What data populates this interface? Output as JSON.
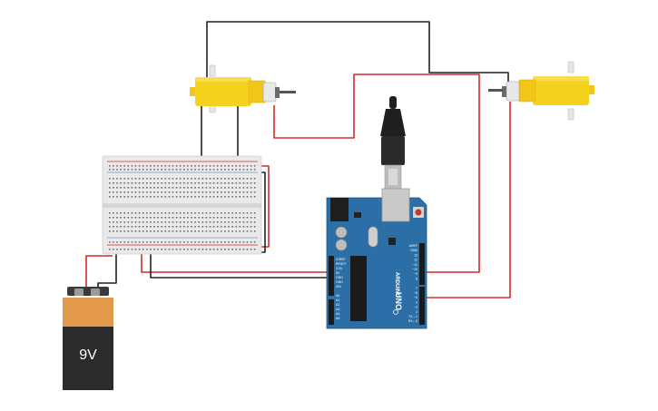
{
  "battery": {
    "label": "9V"
  },
  "arduino": {
    "brand": "ARDUINO",
    "model": "UNO",
    "pins_left": [
      "IOREF",
      "RESET",
      "3.3V",
      "5V",
      "GND",
      "GND",
      "VIN",
      "",
      "A0",
      "A1",
      "A2",
      "A3",
      "A4",
      "A5"
    ],
    "pins_right": [
      "AREF",
      "GND",
      "13",
      "12",
      "~11",
      "~10",
      "~9",
      "8",
      "",
      "7",
      "~6",
      "~5",
      "4",
      "~3",
      "2",
      "TX→1",
      "RX←0"
    ]
  },
  "colors": {
    "wire_red": "#d32a2a",
    "wire_black": "#222222",
    "motor_yellow": "#f4d21e",
    "arduino_blue": "#2c6fa6",
    "battery_orange": "#e49a4b",
    "battery_black": "#2b2b2b",
    "breadboard": "#e9e9e9"
  }
}
